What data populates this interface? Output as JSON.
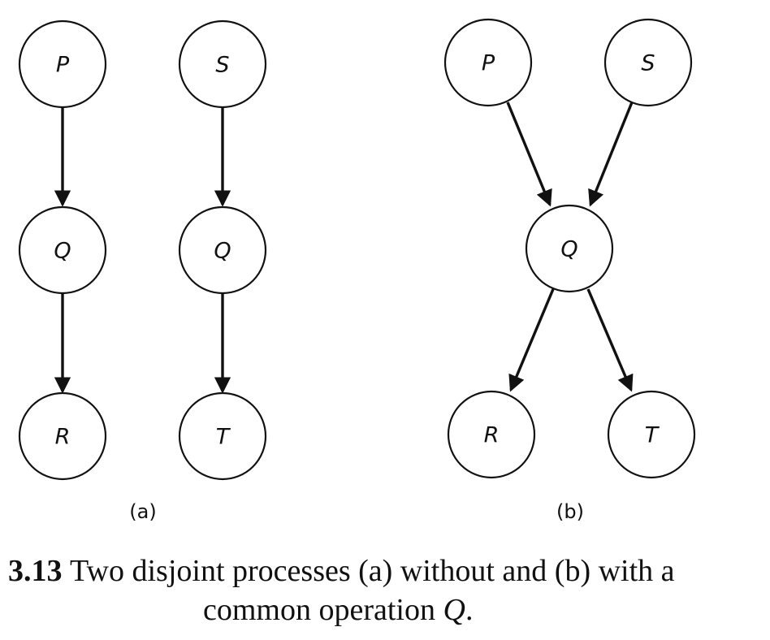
{
  "nodes": {
    "a_top_left": "P",
    "a_top_right": "S",
    "a_mid_left": "Q",
    "a_mid_right": "Q",
    "a_bottom_left": "R",
    "a_bottom_right": "T",
    "b_top_left": "P",
    "b_top_right": "S",
    "b_mid": "Q",
    "b_bottom_left": "R",
    "b_bottom_right": "T"
  },
  "panel_labels": {
    "a": "(a)",
    "b": "(b)"
  },
  "caption": {
    "number": "3.13",
    "line1_text": "Two disjoint processes (a) without and (b) with a",
    "line2_text": "common operation ",
    "line2_variable": "Q",
    "line2_end": "."
  }
}
